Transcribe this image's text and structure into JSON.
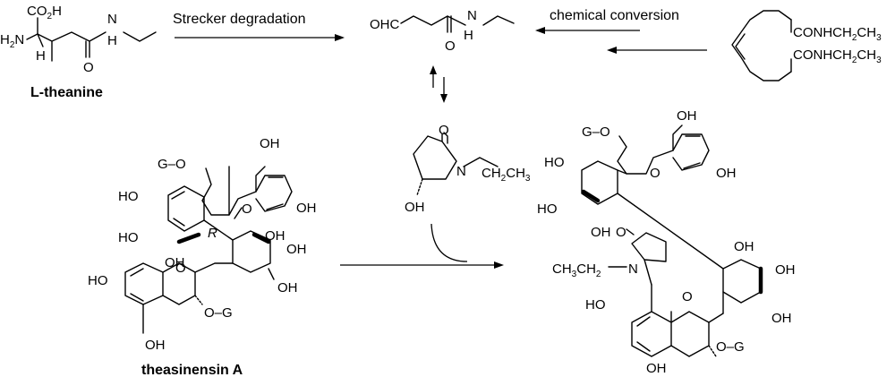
{
  "reaction": {
    "strecker_label": "Strecker degradation",
    "conversion_label": "chemical conversion",
    "chiral_descriptor": "R"
  },
  "compounds": {
    "l_theanine": {
      "name": "L-theanine",
      "atoms": {
        "co2h": "CO",
        "co2h_sub": "2",
        "co2h_end": "H",
        "h2n": "H",
        "h2n_sub": "2",
        "h2n_end": "N",
        "h": "H",
        "n": "N",
        "h_n": "H",
        "o": "O"
      }
    },
    "aldehyde": {
      "atoms": {
        "ohc": "OHC",
        "n": "N",
        "h": "H",
        "o": "O"
      }
    },
    "diamide": {
      "atoms": {
        "amide1": "CONHCH",
        "amide1_sub": "2",
        "amide1_mid": "CH",
        "amide1_sub2": "3",
        "amide2": "CONHCH",
        "amide2_sub": "2",
        "amide2_mid": "CH",
        "amide2_sub2": "3"
      }
    },
    "pyrrolidinone": {
      "atoms": {
        "o": "O",
        "n": "N",
        "ethyl": "CH",
        "ethyl_sub": "2",
        "ethyl_mid": "CH",
        "ethyl_sub2": "3",
        "oh": "OH"
      }
    },
    "theasinensin_a": {
      "name": "theasinensin A",
      "atoms": {
        "g_o": "G–O",
        "oh_a1": "OH",
        "oh_a2": "OH",
        "ring_o1": "O",
        "oh_b1": "HO",
        "oh_b2": "HO",
        "oh_b3": "OH",
        "oh_c1": "OH",
        "oh_c2": "OH",
        "oh_c3": "OH",
        "oh_d1": "HO",
        "ring_o2": "O",
        "oh_d2": "OH",
        "o_g": "O–G"
      }
    },
    "product": {
      "atoms": {
        "g_o": "G–O",
        "oh_a1": "OH",
        "oh_a2": "OH",
        "ring_o1": "O",
        "oh_b1": "HO",
        "oh_b2": "HO",
        "oh_b3": "OH",
        "lactam_o": "O",
        "ethyl": "CH",
        "ethyl_sub": "3",
        "ethyl_mid": "CH",
        "ethyl_sub2": "2",
        "n": "N",
        "oh_c1": "OH",
        "oh_c2": "OH",
        "oh_c3": "OH",
        "oh_d1": "HO",
        "ring_o2": "O",
        "oh_d2": "OH",
        "o_g": "O–G"
      }
    }
  }
}
